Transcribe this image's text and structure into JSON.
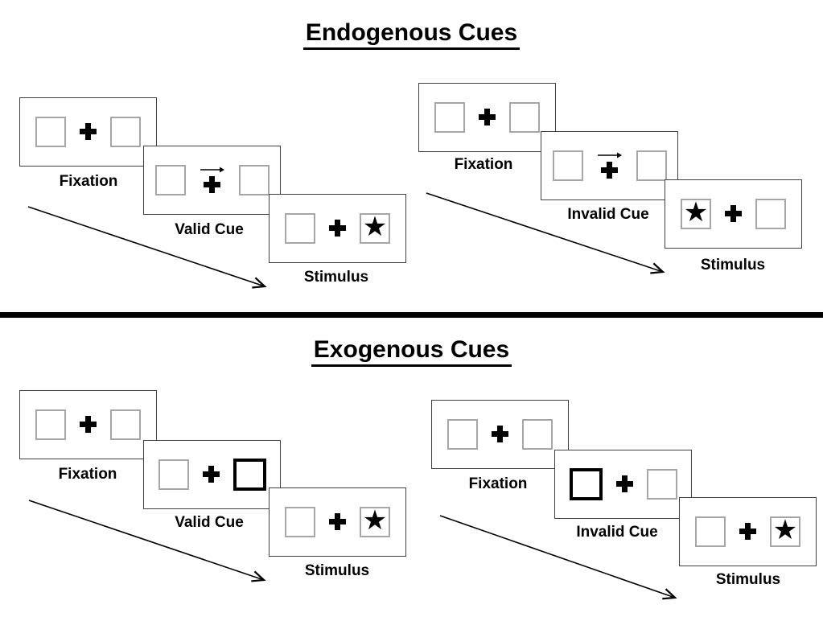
{
  "symbols": {
    "star": "★"
  },
  "colors": {
    "ink": "#000000",
    "panel_border": "#404040",
    "box_border": "#a6a6a6",
    "background": "#ffffff"
  },
  "sections": [
    {
      "title": "Endogenous Cues",
      "groups": [
        {
          "name": "endogenous-valid",
          "panels": [
            {
              "label": "Fixation"
            },
            {
              "label": "Valid Cue"
            },
            {
              "label": "Stimulus"
            }
          ]
        },
        {
          "name": "endogenous-invalid",
          "panels": [
            {
              "label": "Fixation"
            },
            {
              "label": "Invalid Cue"
            },
            {
              "label": "Stimulus"
            }
          ]
        }
      ]
    },
    {
      "title": "Exogenous Cues",
      "groups": [
        {
          "name": "exogenous-valid",
          "panels": [
            {
              "label": "Fixation"
            },
            {
              "label": "Valid Cue"
            },
            {
              "label": "Stimulus"
            }
          ]
        },
        {
          "name": "exogenous-invalid",
          "panels": [
            {
              "label": "Fixation"
            },
            {
              "label": "Invalid Cue"
            },
            {
              "label": "Stimulus"
            }
          ]
        }
      ]
    }
  ]
}
